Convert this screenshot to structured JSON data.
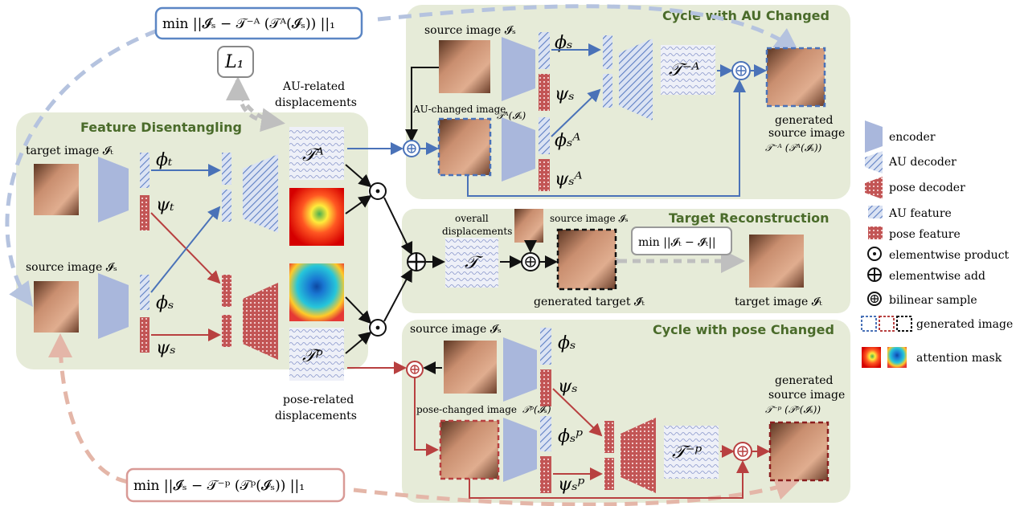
{
  "panels": {
    "feature": "Feature Disentangling",
    "au_cycle": "Cycle with AU Changed",
    "recon": "Target  Reconstruction",
    "pose_cycle": "Cycle with pose Changed"
  },
  "losses": {
    "au_cycle": "min ||𝓘ₛ − 𝒯⁻ᴬ (𝒯ᴬ(𝓘ₛ)) ||₁",
    "l1": "L₁",
    "recon": "min ||𝓘ₜ − 𝓘̂ₜ||",
    "pose_cycle": "min ||𝓘ₛ − 𝒯⁻ᵖ (𝒯ᵖ(𝓘ₛ)) ||₁"
  },
  "labels": {
    "target_image": "target image 𝓘ₜ",
    "source_image": "source image 𝓘ₛ",
    "au_related": "AU-related",
    "displacements": "displacements",
    "pose_related": "pose-related",
    "overall": "overall",
    "generated_target": "generated target 𝓘̂ₜ",
    "au_changed_image": "AU-changed image",
    "au_changed_sub": "𝒯ᴬ(𝓘ₛ)",
    "pose_changed_image": "pose-changed image",
    "pose_changed_sub": "𝒯ᵖ(𝓘ₛ)",
    "generated": "generated",
    "source_image_plain": "source image",
    "gen_au_formula": "𝒯⁻ᴬ (𝒯ᴬ(𝓘ₛ))",
    "gen_pose_formula": "𝒯⁻ᵖ (𝒯ᵖ(𝓘ₛ))"
  },
  "symbols": {
    "phi_t": "ϕₜ",
    "psi_t": "ψₜ",
    "phi_s": "ϕₛ",
    "psi_s": "ψₛ",
    "phi_sA": "ϕₛᴬ",
    "psi_sA": "ψₛᴬ",
    "phi_sp": "ϕₛᵖ",
    "psi_sp": "ψₛᵖ",
    "TA": "𝒯ᴬ",
    "Tp": "𝒯ᵖ",
    "T": "𝒯",
    "TmA": "𝒯⁻ᴬ",
    "Tmp": "𝒯⁻ᵖ"
  },
  "legend": [
    {
      "key": "encoder",
      "label": "encoder"
    },
    {
      "key": "au_decoder",
      "label": "AU decoder"
    },
    {
      "key": "pose_decoder",
      "label": "pose decoder"
    },
    {
      "key": "au_feature",
      "label": "AU feature"
    },
    {
      "key": "pose_feature",
      "label": "pose feature"
    },
    {
      "key": "elementwise_product",
      "label": "elementwise product"
    },
    {
      "key": "elementwise_add",
      "label": "elementwise add"
    },
    {
      "key": "bilinear_sample",
      "label": "bilinear sample"
    },
    {
      "key": "generated_image",
      "label": "generated image"
    },
    {
      "key": "attention_mask",
      "label": "attention mask"
    }
  ],
  "colors": {
    "panel": "#e6ebd8",
    "encoder": "#a9b7dc",
    "au": "#7f99cc",
    "pose": "#c05050",
    "blue_arrow": "#4a72b8",
    "red_arrow": "#b84040",
    "au_loss_border": "#5b86c4",
    "pose_loss_border": "#d99a96",
    "dash_blue": "#b5c3df",
    "dash_red": "#e4b6a8"
  }
}
